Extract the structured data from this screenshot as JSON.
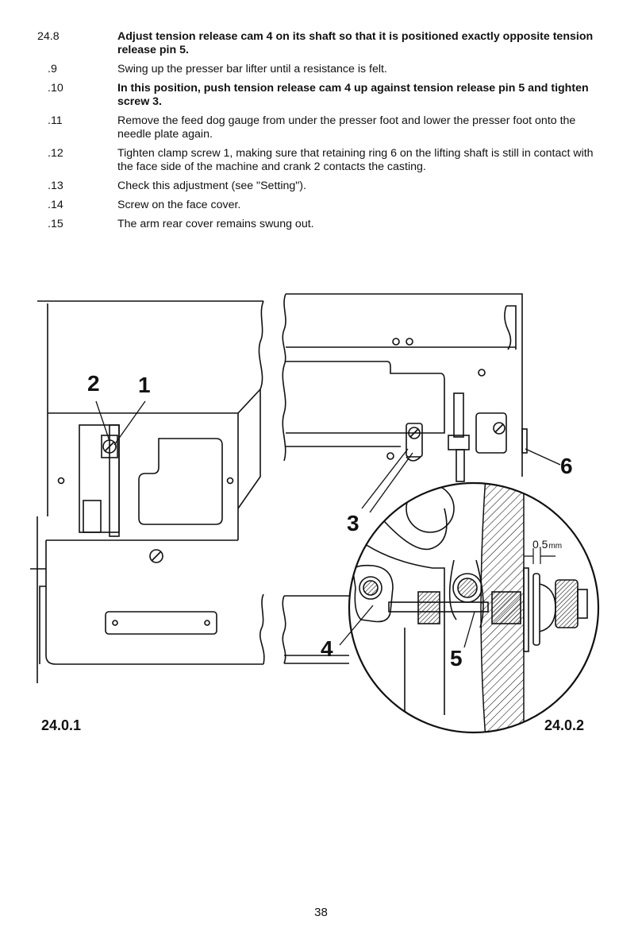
{
  "steps": [
    {
      "num": "24.8",
      "text": "Adjust tension release cam 4 on its shaft so that it is positioned exactly opposite tension release pin 5.",
      "bold": true
    },
    {
      "num": ".9",
      "text": "Swing up the presser bar lifter until a resistance is felt.",
      "bold": false
    },
    {
      "num": ".10",
      "text": "In this position, push tension release cam 4 up against tension release pin 5 and tighten screw 3.",
      "bold": true
    },
    {
      "num": ".11",
      "text": "Remove the feed dog gauge from under the presser foot and lower the presser foot onto the needle plate again.",
      "bold": false
    },
    {
      "num": ".12",
      "text": "Tighten clamp screw 1, making sure that retaining ring 6 on the lifting shaft is still in contact with the face side of the machine and crank 2 contacts the casting.",
      "bold": false
    },
    {
      "num": ".13",
      "text": "Check this adjustment (see \"Setting\").",
      "bold": false
    },
    {
      "num": ".14",
      "text": "Screw on the face cover.",
      "bold": false
    },
    {
      "num": ".15",
      "text": "The arm rear cover remains swung out.",
      "bold": false
    }
  ],
  "figure1": {
    "caption": "24.0.1",
    "callouts": [
      "2",
      "1"
    ]
  },
  "figure2": {
    "caption": "24.0.2",
    "callouts": [
      "6",
      "3",
      "4",
      "5"
    ],
    "dimension": "0.5",
    "dimension_unit": "mm"
  },
  "page_number": "38"
}
